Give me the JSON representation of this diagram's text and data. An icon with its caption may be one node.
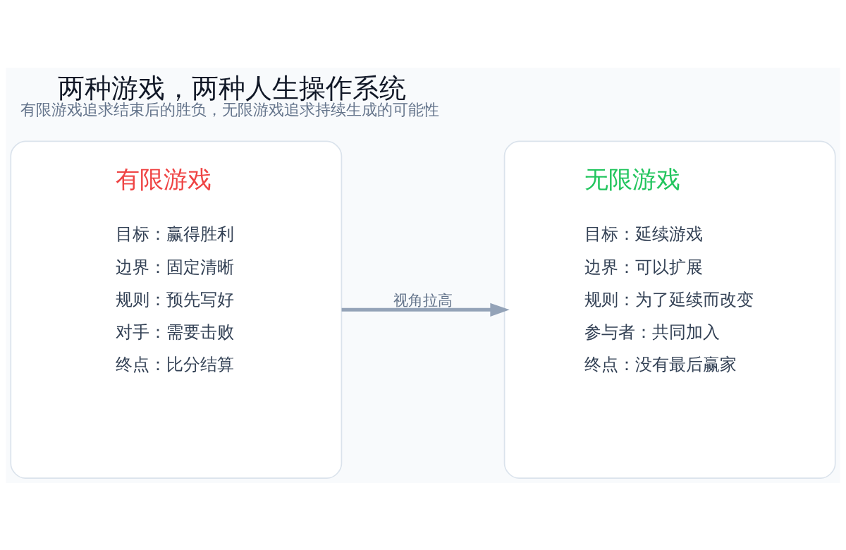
{
  "diagram": {
    "title": "两种游戏，两种人生操作系统",
    "caption": "有限游戏追求结束后的胜负，无限游戏追求持续生成的可能性",
    "nodes": [
      {
        "text": [
          "有限游戏",
          "目标：赢得胜利",
          "边界：固定清晰",
          "规则：预先写好",
          "对手：需要击败",
          "终点：比分结算"
        ]
      },
      {
        "text": [
          "无限游戏",
          "目标：延续游戏",
          "边界：可以扩展",
          "规则：为了延续而改变",
          "参与者：共同加入",
          "终点：没有最后赢家"
        ]
      }
    ],
    "edges": [
      {
        "from": 0,
        "to": 1,
        "arrow": "to",
        "label": "视角拉高"
      }
    ]
  }
}
